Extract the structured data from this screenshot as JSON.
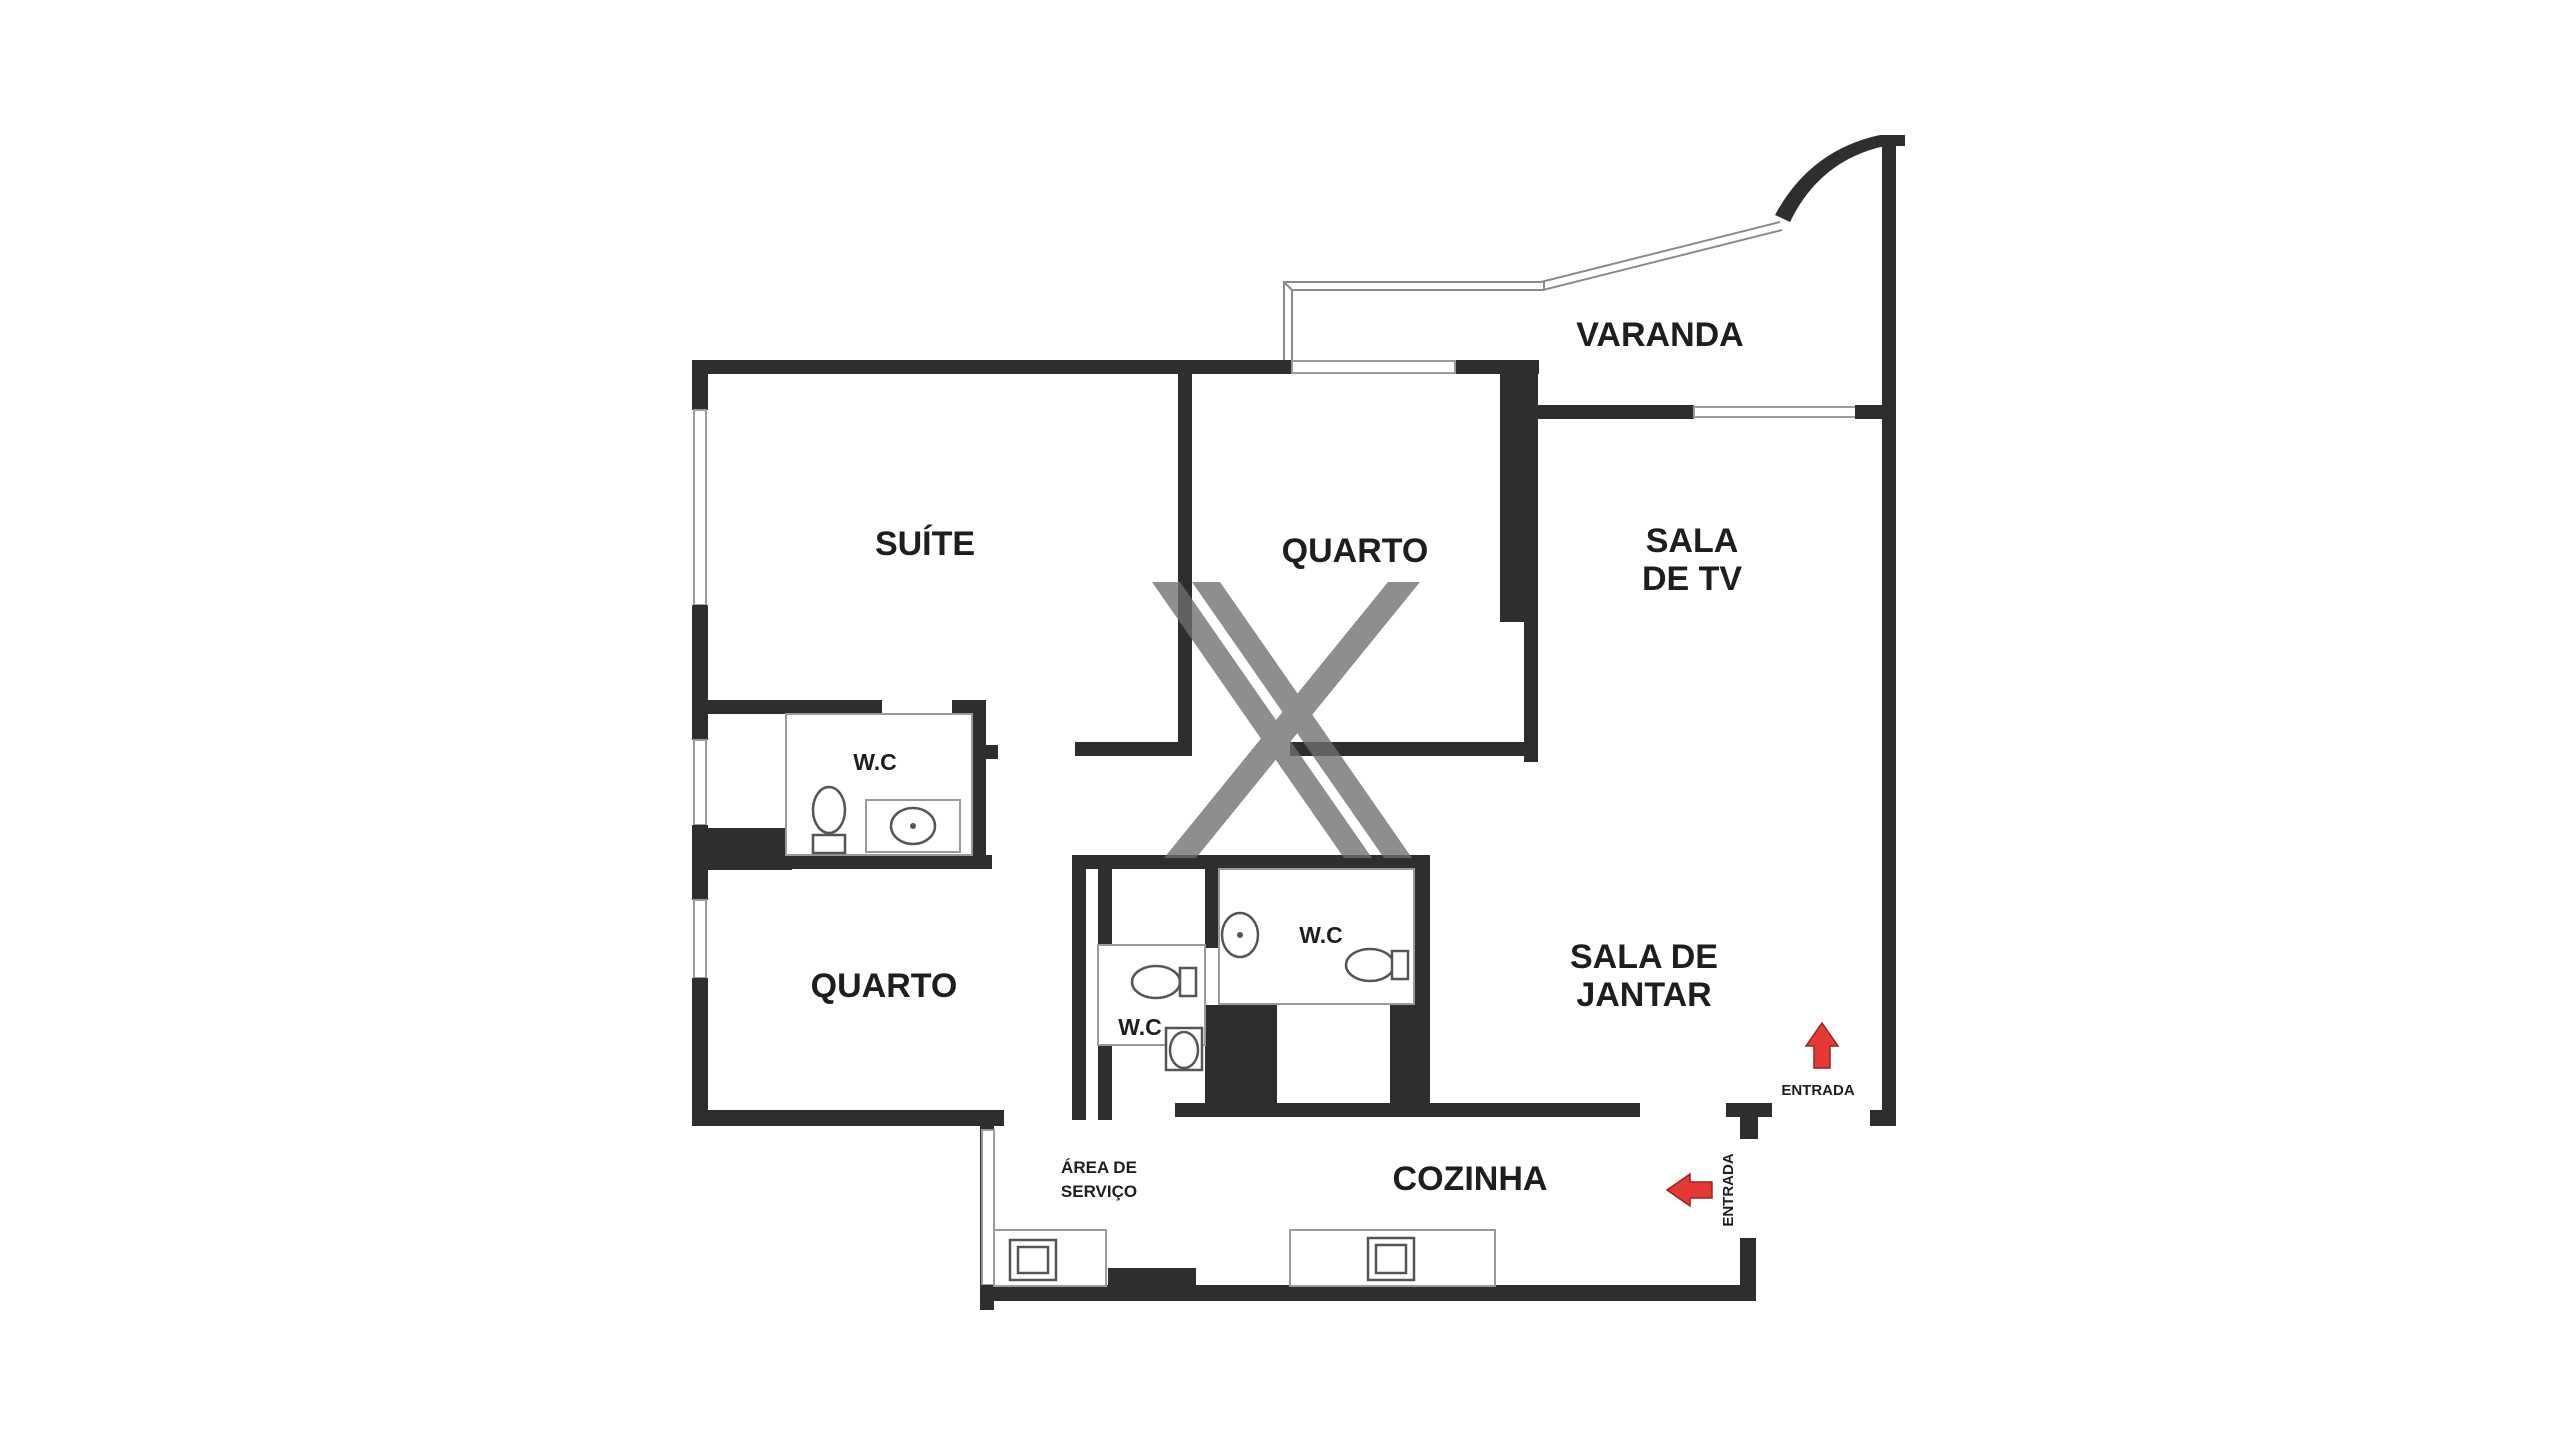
{
  "rooms": {
    "suite": "SUÍTE",
    "quarto_top": "QUARTO",
    "varanda": "VARANDA",
    "sala_tv_line1": "SALA",
    "sala_tv_line2": "DE TV",
    "wc_suite": "W.C",
    "wc_center": "W.C",
    "wc_left": "W.C",
    "quarto_bottom": "QUARTO",
    "sala_jantar_line1": "SALA DE",
    "sala_jantar_line2": "JANTAR",
    "area_servico_line1": "ÁREA DE",
    "area_servico_line2": "SERVIÇO",
    "cozinha": "COZINHA"
  },
  "entrances": {
    "right": "ENTRADA",
    "bottom": "ENTRADA"
  },
  "colors": {
    "walls": "#2e2e2e",
    "arrows": "#e53935",
    "watermark": "#6f6f6f"
  }
}
